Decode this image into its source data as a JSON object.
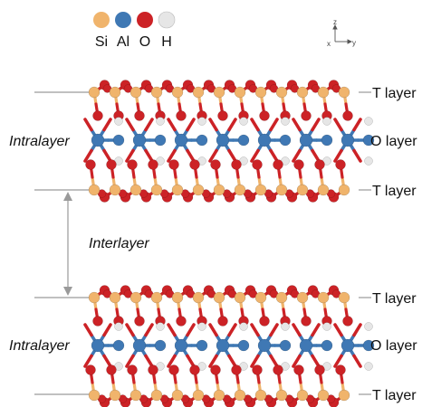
{
  "legend": {
    "items": [
      {
        "label": "Si",
        "color": "#f0b46c",
        "icon": "si-atom-icon"
      },
      {
        "label": "Al",
        "color": "#3f78b4",
        "icon": "al-atom-icon"
      },
      {
        "label": "O",
        "color": "#cc2226",
        "icon": "o-atom-icon"
      },
      {
        "label": "H",
        "color": "#e6e6e6",
        "icon": "h-atom-icon"
      }
    ]
  },
  "axes": {
    "z": "z",
    "x": "x",
    "y": "y"
  },
  "labels": {
    "t_layer": "T layer",
    "o_layer": "O layer",
    "intralayer": "Intralayer",
    "interlayer": "Interlayer"
  },
  "colors": {
    "si": "#f0b46c",
    "al": "#3f78b4",
    "o": "#cc2226",
    "h": "#e6e6e6",
    "guide": "#9a9a9a"
  }
}
